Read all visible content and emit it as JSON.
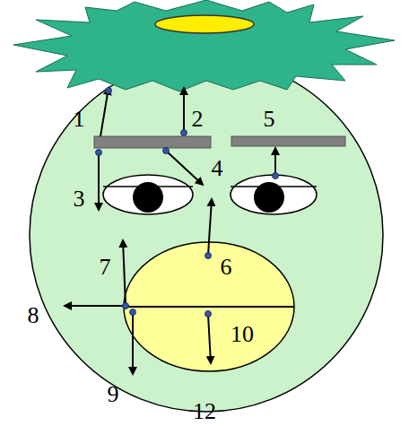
{
  "diagram": {
    "labels": [
      "1",
      "2",
      "3",
      "4",
      "5",
      "6",
      "7",
      "8",
      "9",
      "10",
      "12"
    ]
  }
}
